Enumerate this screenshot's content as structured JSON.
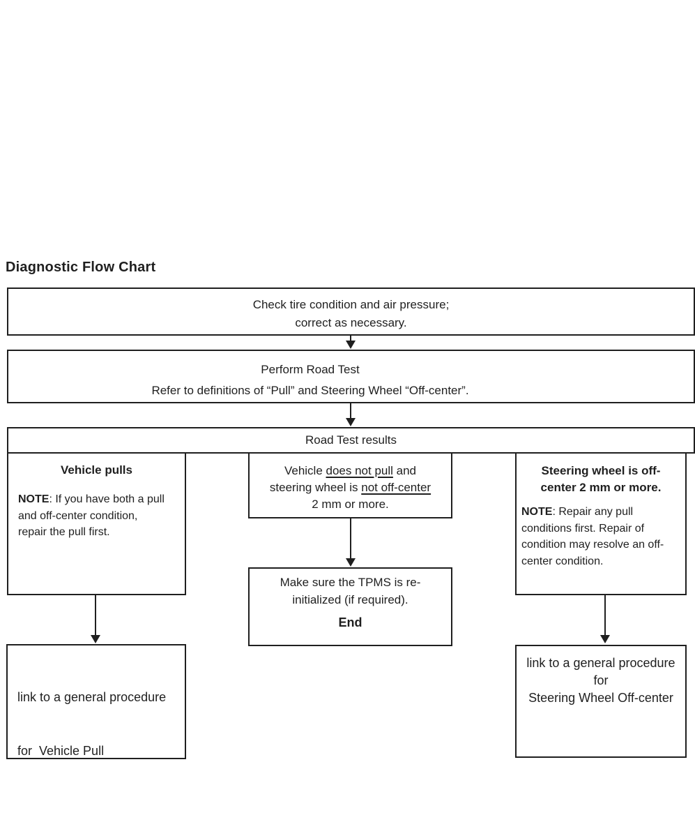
{
  "colors": {
    "ink": "#1f1f1f",
    "background": "#ffffff"
  },
  "title": "Diagnostic Flow Chart",
  "flow": {
    "check_tires": {
      "line1": "Check tire condition and air pressure;",
      "line2": "correct as necessary."
    },
    "road_test": {
      "line1": "Perform Road Test",
      "line2": "Refer to definitions of “Pull” and Steering Wheel “Off-center”."
    },
    "results_header": "Road Test results",
    "vehicle_pulls": {
      "title": "Vehicle pulls",
      "note_label": "NOTE",
      "note_rest": ": If you have both a pull",
      "note_line2": "and off-center condition,",
      "note_line3": "repair the pull first."
    },
    "no_pull": {
      "line1_pre": "Vehicle ",
      "line1_u": "does not pull",
      "line1_post": " and",
      "line2_pre": "steering wheel is ",
      "line2_u": "not off-center",
      "line3": "2 mm or more."
    },
    "off_center": {
      "title_line1": "Steering wheel is off-",
      "title_line2": "center 2 mm or more.",
      "note_label": "NOTE",
      "note_rest": ": Repair any pull",
      "note_line2": "conditions first. Repair of",
      "note_line3": "condition may resolve an off-",
      "note_line4": "center condition."
    },
    "tpms": {
      "line1": "Make sure the TPMS is re-",
      "line2": "initialized (if required).",
      "end_label": "End"
    },
    "link_pull": {
      "line1": "link to a general procedure",
      "line2": "for  Vehicle Pull"
    },
    "link_off_center": {
      "line1": "link to a general procedure",
      "line2": "for",
      "line3": "Steering Wheel Off-center"
    }
  }
}
